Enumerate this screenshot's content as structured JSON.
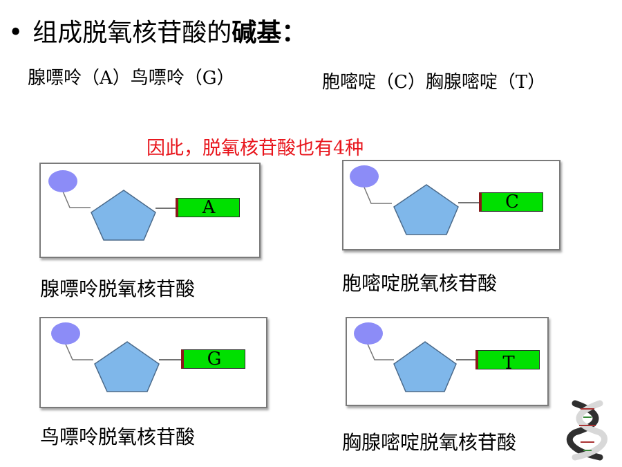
{
  "title": {
    "bullet": "•",
    "text": "组成脱氧核苷酸的",
    "bold": "碱基",
    "colon": "："
  },
  "bases": [
    "腺嘌呤（A）鸟嘌呤（G）",
    "胞嘧啶（C）胸腺嘧啶（T）"
  ],
  "therefore": "因此，脱氧核苷酸也有4种",
  "nucleotides": [
    {
      "base": "A",
      "name": "腺嘌呤脱氧核苷酸"
    },
    {
      "base": "C",
      "name": "胞嘧啶脱氧核苷酸"
    },
    {
      "base": "G",
      "name": "鸟嘌呤脱氧核苷酸"
    },
    {
      "base": "T",
      "name": "胸腺嘧啶脱氧核苷酸"
    }
  ],
  "colors": {
    "phosphate": "#8c8cf7",
    "sugar": "#7fb7ea",
    "base": "#00e000",
    "highlight": "#e8141b"
  },
  "icons": {
    "corner_logo": "dna-helix-icon"
  }
}
